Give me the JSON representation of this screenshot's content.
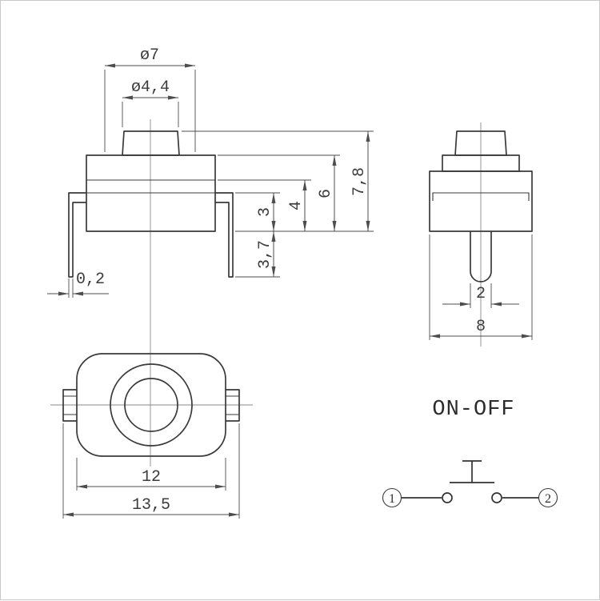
{
  "dimensions": {
    "front": {
      "cap_flange_diameter": "ø7",
      "cap_top_diameter": "ø4,4",
      "total_height": "7,8",
      "body_height": "6",
      "step_to_base": "4",
      "lead_hook": "3",
      "lead_protrusion": "3,7",
      "lead_thickness": "0,2"
    },
    "side": {
      "pin_width": "2",
      "body_width": "8"
    },
    "bottom": {
      "body_length": "12",
      "overall_length": "13,5"
    }
  },
  "schematic": {
    "label": "ON-OFF",
    "terminal_left": "1",
    "terminal_right": "2"
  },
  "colors": {
    "object_line": "#3a3a3a",
    "dimension_line": "#4d4d4d",
    "background": "#ffffff"
  }
}
